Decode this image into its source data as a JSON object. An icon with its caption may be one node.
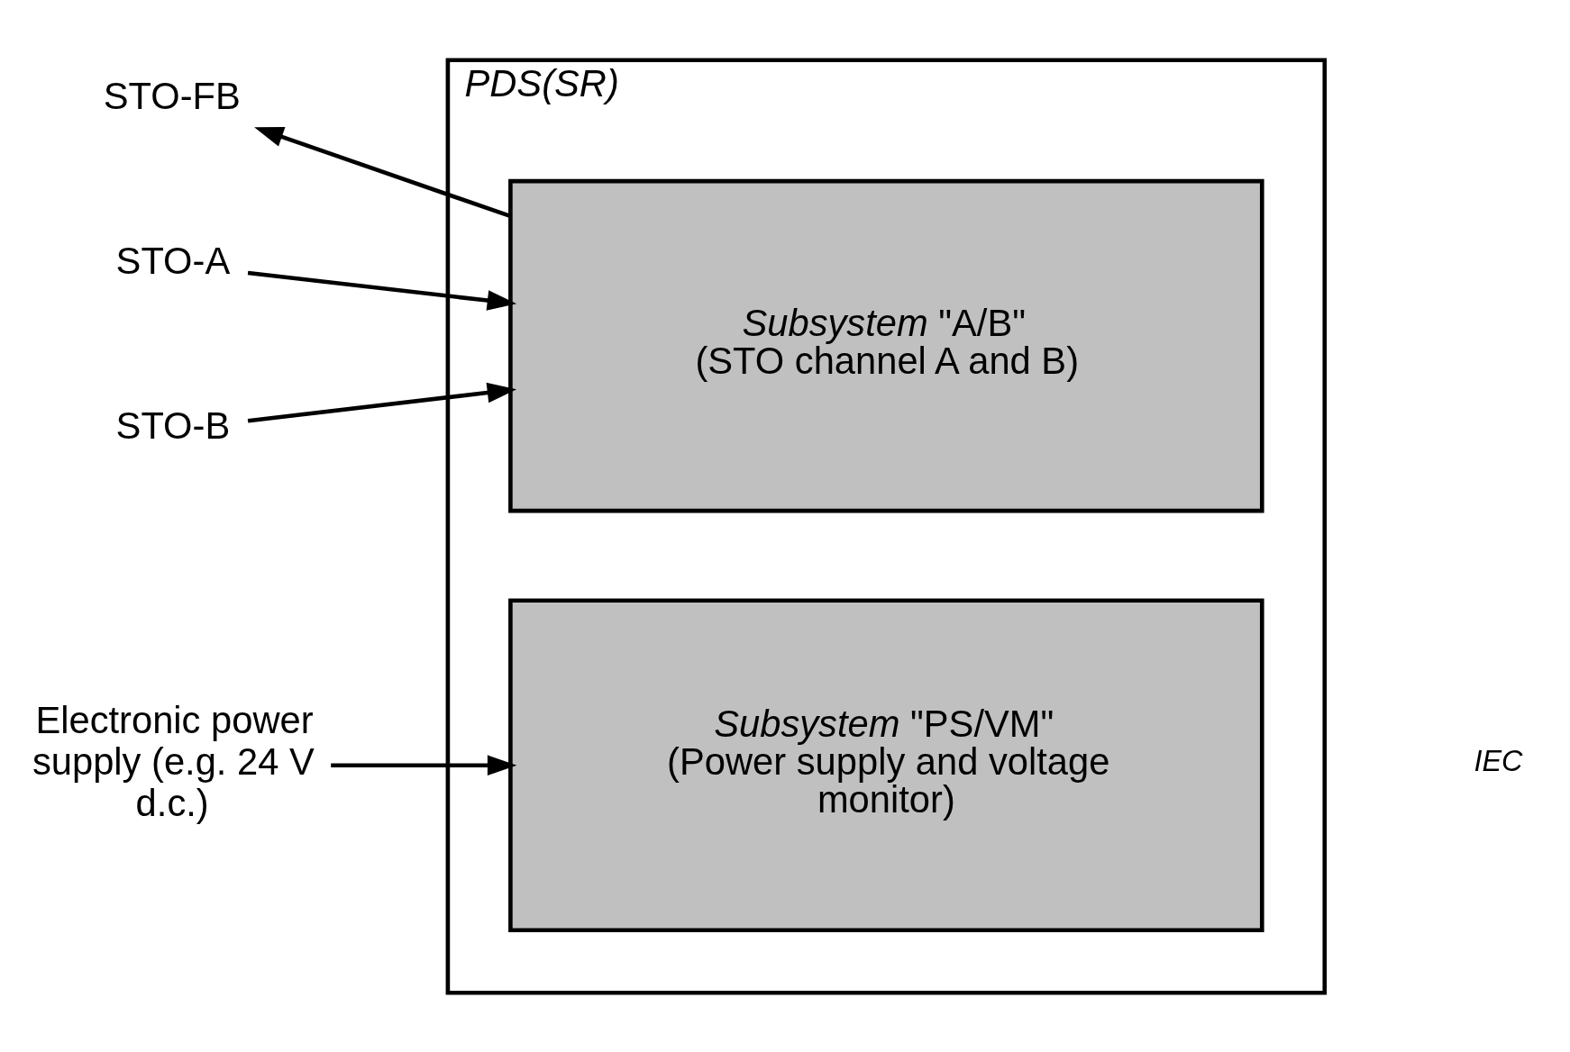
{
  "diagram": {
    "nodes": [
      {
        "text": [
          "PDS(SR)"
        ]
      },
      {
        "text": [
          "*Subsystem* \"A/B\"",
          "(STO channel A and B)"
        ],
        "in": 0
      },
      {
        "text": [
          "*Subsystem* \"PS/VM\"",
          "(Power supply and voltage monitor)"
        ],
        "in": 0
      },
      {
        "text": [
          "STO-A"
        ]
      },
      {
        "text": [
          "STO-FB"
        ]
      },
      {
        "text": [
          "STO-B"
        ]
      },
      {
        "text": [
          "Electronic power supply (e.g. 24 V d.c.)"
        ]
      }
    ],
    "edges": [
      {
        "from": 3,
        "to": 1,
        "arrow": "to"
      },
      {
        "from": 1,
        "to": 4,
        "arrow": "to"
      },
      {
        "from": 5,
        "to": 1,
        "arrow": "to"
      },
      {
        "from": 6,
        "to": 2,
        "arrow": "to"
      }
    ],
    "labels": [
      "IEC"
    ]
  }
}
